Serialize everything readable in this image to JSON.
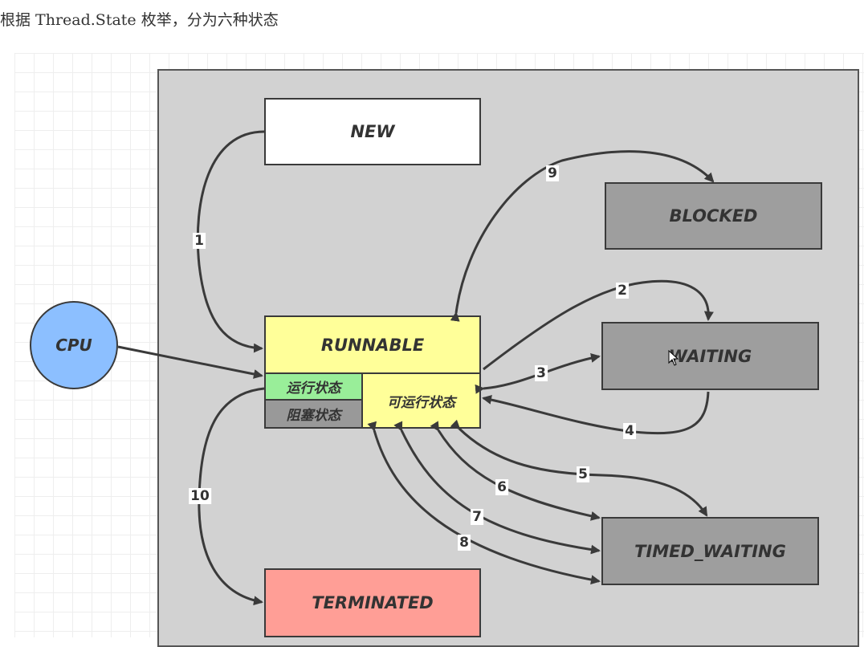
{
  "caption": "根据 Thread.State 枚举，分为六种状态",
  "states": {
    "new": "NEW",
    "runnable": "RUNNABLE",
    "running": "运行状态",
    "blocked_sub": "阻塞状态",
    "ready": "可运行状态",
    "blocked": "BLOCKED",
    "waiting": "WAITING",
    "timed_waiting": "TIMED_WAITING",
    "terminated": "TERMINATED",
    "cpu": "CPU"
  },
  "transitions": [
    "1",
    "2",
    "3",
    "4",
    "5",
    "6",
    "7",
    "8",
    "9",
    "10"
  ],
  "colors": {
    "new": "#ffffff",
    "runnable": "#ffff99",
    "running": "#99ee99",
    "blocked_sub": "#999999",
    "blocked": "#9e9e9e",
    "terminated": "#ff9e96",
    "cpu": "#8cbfff",
    "panel": "#d2d2d2"
  }
}
